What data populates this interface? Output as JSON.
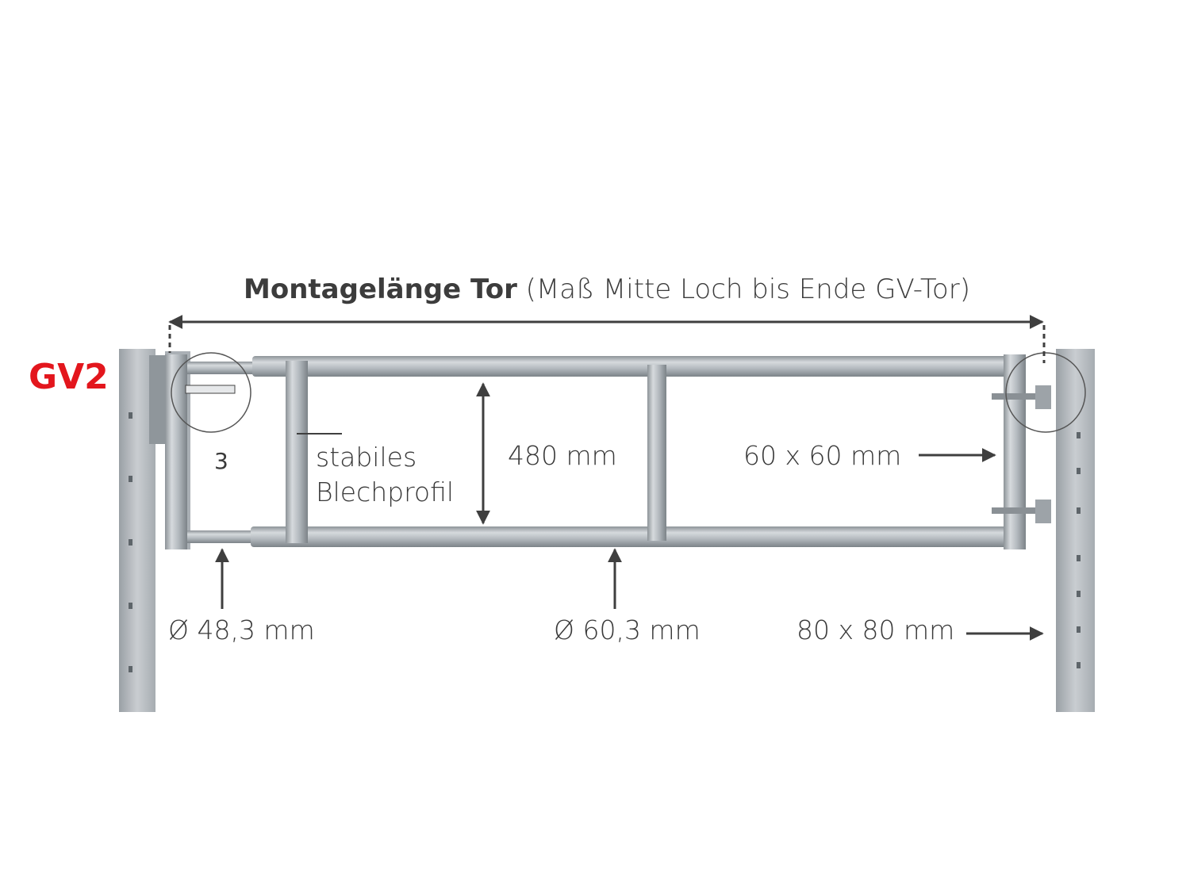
{
  "title": {
    "bold": "Montagelänge Tor",
    "light": "(Maß Mitte Loch bis Ende GV-Tor)"
  },
  "model_label": "GV2",
  "detail_number": "3",
  "callouts": {
    "profile_line1": "stabiles",
    "profile_line2": "Blechprofil",
    "height": "480 mm",
    "frame_tube": "60 x 60 mm",
    "small_tube": "Ø 48,3 mm",
    "large_tube": "Ø 60,3 mm",
    "post": "80 x 80 mm"
  },
  "colors": {
    "model_label": "#e3161d",
    "text": "#3a3a3a",
    "arrow": "#3f3f3f",
    "steel": "#b9bec3"
  }
}
